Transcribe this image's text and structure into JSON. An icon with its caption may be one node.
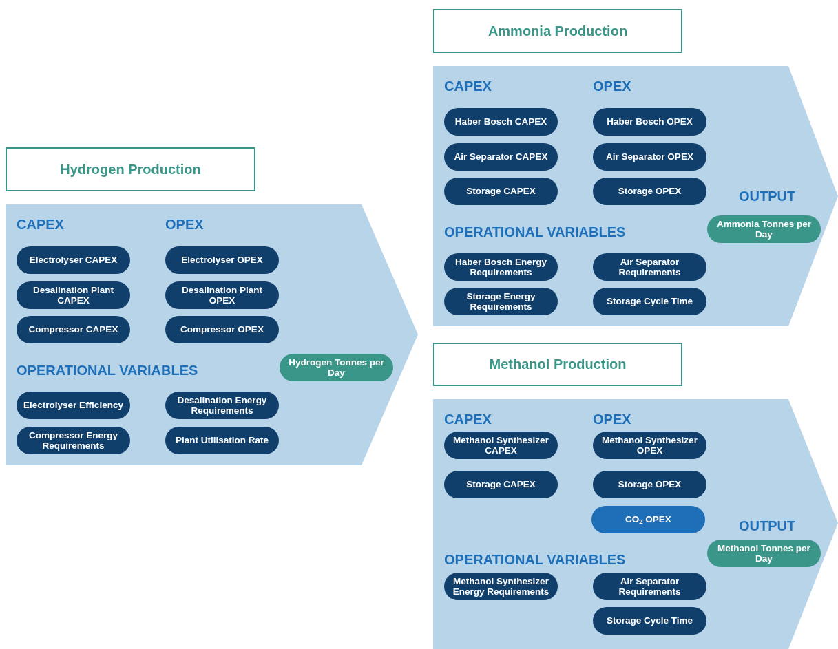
{
  "diagram": {
    "nodes": [
      {
        "text": [
          "Hydrogen Production"
        ]
      },
      {
        "text": [
          "CAPEX",
          "OPEX",
          "OPERATIONAL VARIABLES"
        ]
      },
      {
        "text": [
          "Electrolyser CAPEX"
        ],
        "in": 1
      },
      {
        "text": [
          "Electrolyser OPEX"
        ],
        "in": 1
      },
      {
        "text": [
          "Desalination Plant CAPEX"
        ],
        "in": 1
      },
      {
        "text": [
          "Desalination Plant OPEX"
        ],
        "in": 1
      },
      {
        "text": [
          "Compressor CAPEX"
        ],
        "in": 1
      },
      {
        "text": [
          "Compressor OPEX"
        ],
        "in": 1
      },
      {
        "text": [
          "Hydrogen Tonnes per Day"
        ],
        "in": 1
      },
      {
        "text": [
          "Electrolyser Efficiency"
        ],
        "in": 1
      },
      {
        "text": [
          "Desalination Energy Requirements"
        ],
        "in": 1
      },
      {
        "text": [
          "Compressor Energy Requirements"
        ],
        "in": 1
      },
      {
        "text": [
          "Plant Utilisation Rate"
        ],
        "in": 1
      },
      {
        "text": [
          "Ammonia Production"
        ]
      },
      {
        "text": [
          "CAPEX",
          "OPEX",
          "OUTPUT",
          "OPERATIONAL VARIABLES"
        ]
      },
      {
        "text": [
          "Haber Bosch CAPEX"
        ],
        "in": 14
      },
      {
        "text": [
          "Haber Bosch OPEX"
        ],
        "in": 14
      },
      {
        "text": [
          "Air Separator CAPEX"
        ],
        "in": 14
      },
      {
        "text": [
          "Air Separator OPEX"
        ],
        "in": 14
      },
      {
        "text": [
          "Storage CAPEX"
        ],
        "in": 14
      },
      {
        "text": [
          "Storage OPEX"
        ],
        "in": 14
      },
      {
        "text": [
          "Ammonia Tonnes per Day"
        ],
        "in": 14
      },
      {
        "text": [
          "Haber Bosch Energy Requirements"
        ],
        "in": 14
      },
      {
        "text": [
          "Air Separator Requirements"
        ],
        "in": 14
      },
      {
        "text": [
          "Storage Energy Requirements"
        ],
        "in": 14
      },
      {
        "text": [
          "Storage Cycle Time"
        ],
        "in": 14
      },
      {
        "text": [
          "Methanol Production"
        ]
      },
      {
        "text": [
          "CAPEX",
          "OPEX",
          "OUTPUT",
          "OPERATIONAL VARIABLES"
        ]
      },
      {
        "text": [
          "Methanol Synthesizer CAPEX"
        ],
        "in": 27
      },
      {
        "text": [
          "Methanol Synthesizer OPEX"
        ],
        "in": 27
      },
      {
        "text": [
          "Storage CAPEX"
        ],
        "in": 27
      },
      {
        "text": [
          "Storage OPEX"
        ],
        "in": 27
      },
      {
        "text": [
          "CO$_{2}$ OPEX"
        ],
        "in": 27
      },
      {
        "text": [
          "Methanol Tonnes per Day"
        ],
        "in": 27
      },
      {
        "text": [
          "Methanol Synthesizer Energy Requirements"
        ],
        "in": 27
      },
      {
        "text": [
          "Air Separator Requirements"
        ],
        "in": 27
      },
      {
        "text": [
          "Storage Cycle Time"
        ],
        "in": 27
      }
    ]
  }
}
